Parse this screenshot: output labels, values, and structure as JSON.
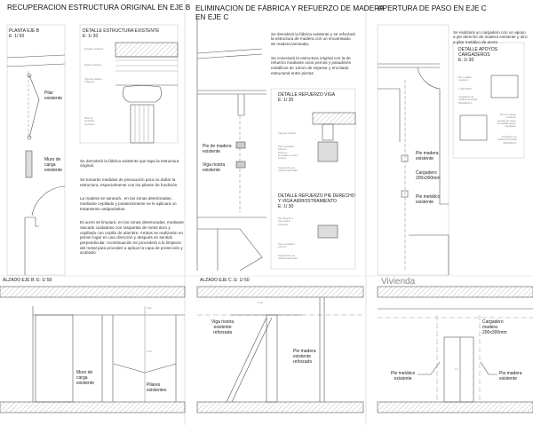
{
  "panels": [
    {
      "title": "RECUPERACION ESTRUCTURA ORIGINAL EN EJE B",
      "plan": {
        "label": "PLANTA EJE B\nE: 1/ 50",
        "pilar": "Pilar\nexistente",
        "muro": "Muro de\ncarga\nexistente"
      },
      "detail": {
        "label": "DETALLE ESTRUCTURA EXISTENTE\nE: 1/ 30",
        "forjado": "Forjado existente",
        "tapial": "Tapial existente",
        "viga": "Viga de madera\nexistente",
        "pilar": "Pilar de\nfundición\nexistente"
      },
      "paragraphs": [
        "Se demolerá la fábrica existente que tapa la estructura original.",
        "Se tomarán medidas de precaución para no dañar la estructura, especialmente con los pilares de fundición",
        "La madera se saneará , en las zonas deterioradas, mediante cepillado y posteriormente se le aplicará un tratamiento antiparásitos.",
        "El acero se limpiará, en las zonas deterioradas, mediante rascado cuidadoso con rasquetas de metal duro y cepillado con cepillo de alambre. Ambos se realizarán en primer lugar en una dirección y después en sentido perpendicular. Acontinuación se procederá a la limpieza del metal para proceder a aplicar  la capa de protección y acabado"
      ],
      "elevation": {
        "label": "ALZADO EJE B. E: 1/ 50",
        "muro": "Muro de\ncarga\nexistente",
        "pilares": "Pilares\nexistentes",
        "dim1": "0,24",
        "dim2": "2,76"
      }
    },
    {
      "title": "ELIMINACION DE FÁBRICA Y REFUERZO DE MADERA\nEN EJE C",
      "paragraphs": [
        "Se demolerá la fábrica existente y se reforzará la estructura de madera con un encamisado de madera laminada.",
        "Se conectará la estructura original con la de refuerzo mediante unos pernos y pasadores metálicos de 12mm de espesor y encolado estructural entre piezas"
      ],
      "plan": {
        "pie": "Pie de madera\nexistente",
        "viga": "Viga riostra\nexistente"
      },
      "detail_viga": {
        "label": "DETALLE REFUERZO VIGA\nE: 1/ 30",
        "viga": "Viga de madera",
        "perno": "Perno-pasador\nø12mm\nExtremo\nenrasado en cara\nexterior",
        "suplemento": "Suplemento de\nmadera laminada"
      },
      "detail_pie": {
        "label": "DETALLE REFUERZO PIE DERECHO\nY VIGA ARRIOSTRAMIENTO\nE: 1/ 30",
        "pie": "Pie derecho o\nviga riostra\nexistente",
        "perno": "Perno-pasador\nø12mm",
        "suplemento": "Suplemento de\nmadera laminada"
      },
      "elevation": {
        "label": "ALZADO EJE C. E: 1/ 50",
        "viga": "Viga riostra\nexistente\nreforzada",
        "pie": "Pie madera\nexistente\nreforzado",
        "dim": "2,43"
      }
    },
    {
      "title": "APERTURA DE PASO EN EJE C",
      "paragraphs": [
        "Se realizará un cargadero con un apoyo a pie derecho de madera existente y otro a pilar metálico de acero"
      ],
      "detail": {
        "label": "DETALLE APOYOS\nCARGADEROS\nE: 1/ 30",
        "pie_met": "Pie metálico\nexistente",
        "angulo": "L 100.100.8",
        "cargadero": "Cargadero de\nmadera laminada\n200x200mm",
        "pie_mad": "Pie de madera\nexistente\nHerraje de acero\ninoxidable apoyo\ncargadero",
        "cargadero2": "Cargadero de\nmadera laminada\n200x200mm"
      },
      "plan": {
        "pie_madera": "Pie madera\nexistente",
        "cargadero": "Cargadero\n200x300mm",
        "pie_metalico": "Pie metálico\nexistente"
      },
      "elevation": {
        "label": "Vivienda",
        "cargadero": "Cargadero\nmadera\n200x300mm",
        "pie_metalico": "Pie metálico\nexistente",
        "pie_madera": "Pie madera\nexistente",
        "dim": "2,1"
      }
    }
  ]
}
